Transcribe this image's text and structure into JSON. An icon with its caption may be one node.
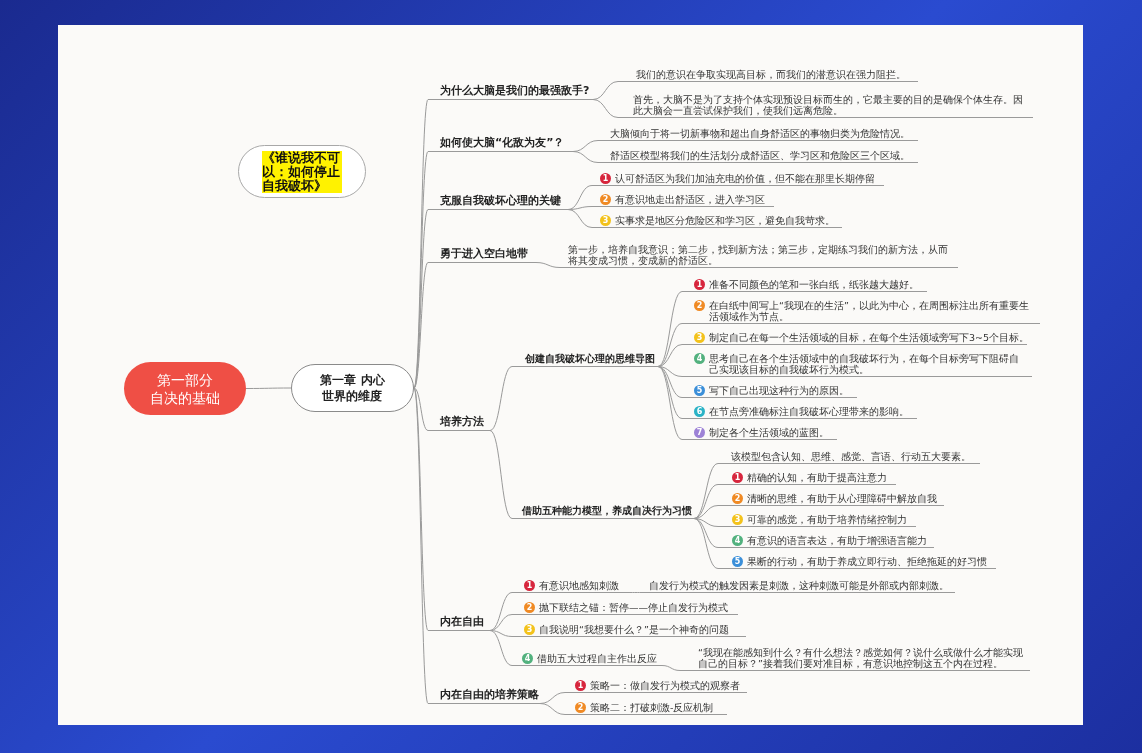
{
  "diagram": {
    "nodes": [
      {
        "text": [
          "第一部分",
          "自决的基础"
        ]
      },
      {
        "text": [
          "《谁说我不可以：如何停止自我破坏》"
        ]
      },
      {
        "text": [
          "第一章 内心世界的维度"
        ]
      },
      {
        "text": [
          "为什么大脑是我们的最强敌手?"
        ]
      },
      {
        "text": [
          "我们的意识在争取实现高目标，而我们的潜意识在强力阻拦。"
        ]
      },
      {
        "text": [
          "首先，大脑不是为了支持个体实现预设目标而生的，它最主要的目的是确保个体生存。因此大脑会一直尝试保护我们，使我们远离危险。"
        ]
      },
      {
        "text": [
          "如何使大脑“化敌为友”？"
        ]
      },
      {
        "text": [
          "大脑倾向于将一切新事物和超出自身舒适区的事物归类为危险情况。"
        ]
      },
      {
        "text": [
          "舒适区模型将我们的生活划分成舒适区、学习区和危险区三个区域。"
        ]
      },
      {
        "text": [
          "克服自我破坏心理的关键"
        ]
      },
      {
        "text": [
          "1",
          "认可舒适区为我们加油充电的价值，但不能在那里长期停留"
        ]
      },
      {
        "text": [
          "2",
          "有意识地走出舒适区，进入学习区"
        ]
      },
      {
        "text": [
          "3",
          "实事求是地区分危险区和学习区，避免自我苛求。"
        ]
      },
      {
        "text": [
          "勇于进入空白地带"
        ]
      },
      {
        "text": [
          "第一步，培养自我意识；第二步，找到新方法；第三步，定期练习我们的新方法，从而将其变成习惯，变成新的舒适区。"
        ]
      },
      {
        "text": [
          "培养方法"
        ]
      },
      {
        "text": [
          "创建自我破坏心理的思维导图"
        ]
      },
      {
        "text": [
          "1",
          "准备不同颜色的笔和一张白纸，纸张越大越好。"
        ]
      },
      {
        "text": [
          "2",
          "在白纸中间写上“我现在的生活”，以此为中心，在周围标注出所有重要生活领域作为节点。"
        ]
      },
      {
        "text": [
          "3",
          "制定自己在每一个生活领域的目标，在每个生活领域旁写下3~5个目标。"
        ]
      },
      {
        "text": [
          "4",
          "思考自己在各个生活领域中的自我破坏行为，在每个目标旁写下阻碍自己实现该目标的自我破坏行为模式。"
        ]
      },
      {
        "text": [
          "5",
          "写下自己出现这种行为的原因。"
        ]
      },
      {
        "text": [
          "6",
          "在节点旁准确标注自我破坏心理带来的影响。"
        ]
      },
      {
        "text": [
          "7",
          "制定各个生活领域的蓝图。"
        ]
      },
      {
        "text": [
          "借助五种能力模型，养成自决行为习惯"
        ]
      },
      {
        "text": [
          "该模型包含认知、思维、感觉、言语、行动五大要素。"
        ]
      },
      {
        "text": [
          "1",
          "精确的认知，有助于提高注意力"
        ]
      },
      {
        "text": [
          "2",
          "清晰的思维，有助于从心理障碍中解放自我"
        ]
      },
      {
        "text": [
          "3",
          "可靠的感觉，有助于培养情绪控制力"
        ]
      },
      {
        "text": [
          "4",
          "有意识的语言表达，有助于增强语言能力"
        ]
      },
      {
        "text": [
          "5",
          "果断的行动，有助于养成立即行动、拒绝拖延的好习惯"
        ]
      },
      {
        "text": [
          "内在自由"
        ]
      },
      {
        "text": [
          "1",
          "有意识地感知刺激"
        ]
      },
      {
        "text": [
          "自发行为模式的触发因素是刺激，这种刺激可能是外部或内部刺激。"
        ]
      },
      {
        "text": [
          "2",
          "抛下联结之锚：暂停——停止自发行为模式"
        ]
      },
      {
        "text": [
          "3",
          "自我说明“我想要什么？”是一个神奇的问题"
        ]
      },
      {
        "text": [
          "4",
          "借助五大过程自主作出反应"
        ]
      },
      {
        "text": [
          "“我现在能感知到什么？有什么想法？感觉如何？说什么或做什么才能实现自己的目标？”接着我们要对准目标，有意识地控制这五个内在过程。"
        ]
      },
      {
        "text": [
          "内在自由的培养策略"
        ]
      },
      {
        "text": [
          "1",
          "策略一：做自发行为模式的观察者"
        ]
      },
      {
        "text": [
          "2",
          "策略二：打破刺激-反应机制"
        ]
      }
    ],
    "edges": [
      {
        "from": 0,
        "to": 2,
        "arrow": "none"
      },
      {
        "from": 2,
        "to": 3,
        "arrow": "none"
      },
      {
        "from": 2,
        "to": 6,
        "arrow": "none"
      },
      {
        "from": 2,
        "to": 9,
        "arrow": "none"
      },
      {
        "from": 2,
        "to": 13,
        "arrow": "none"
      },
      {
        "from": 2,
        "to": 15,
        "arrow": "none"
      },
      {
        "from": 2,
        "to": 31,
        "arrow": "none"
      },
      {
        "from": 2,
        "to": 38,
        "arrow": "none"
      },
      {
        "from": 3,
        "to": 4,
        "arrow": "none"
      },
      {
        "from": 3,
        "to": 5,
        "arrow": "none"
      },
      {
        "from": 6,
        "to": 7,
        "arrow": "none"
      },
      {
        "from": 6,
        "to": 8,
        "arrow": "none"
      },
      {
        "from": 9,
        "to": 10,
        "arrow": "none"
      },
      {
        "from": 9,
        "to": 11,
        "arrow": "none"
      },
      {
        "from": 9,
        "to": 12,
        "arrow": "none"
      },
      {
        "from": 13,
        "to": 14,
        "arrow": "none"
      },
      {
        "from": 15,
        "to": 16,
        "arrow": "none"
      },
      {
        "from": 15,
        "to": 24,
        "arrow": "none"
      },
      {
        "from": 16,
        "to": 17,
        "arrow": "none"
      },
      {
        "from": 16,
        "to": 18,
        "arrow": "none"
      },
      {
        "from": 16,
        "to": 19,
        "arrow": "none"
      },
      {
        "from": 16,
        "to": 20,
        "arrow": "none"
      },
      {
        "from": 16,
        "to": 21,
        "arrow": "none"
      },
      {
        "from": 16,
        "to": 22,
        "arrow": "none"
      },
      {
        "from": 16,
        "to": 23,
        "arrow": "none"
      },
      {
        "from": 24,
        "to": 25,
        "arrow": "none"
      },
      {
        "from": 24,
        "to": 26,
        "arrow": "none"
      },
      {
        "from": 24,
        "to": 27,
        "arrow": "none"
      },
      {
        "from": 24,
        "to": 28,
        "arrow": "none"
      },
      {
        "from": 24,
        "to": 29,
        "arrow": "none"
      },
      {
        "from": 24,
        "to": 30,
        "arrow": "none"
      },
      {
        "from": 31,
        "to": 32,
        "arrow": "none"
      },
      {
        "from": 32,
        "to": 33,
        "arrow": "none"
      },
      {
        "from": 31,
        "to": 34,
        "arrow": "none"
      },
      {
        "from": 31,
        "to": 35,
        "arrow": "none"
      },
      {
        "from": 31,
        "to": 36,
        "arrow": "none"
      },
      {
        "from": 36,
        "to": 37,
        "arrow": "none"
      },
      {
        "from": 38,
        "to": 39,
        "arrow": "none"
      },
      {
        "from": 38,
        "to": 40,
        "arrow": "none"
      }
    ]
  }
}
